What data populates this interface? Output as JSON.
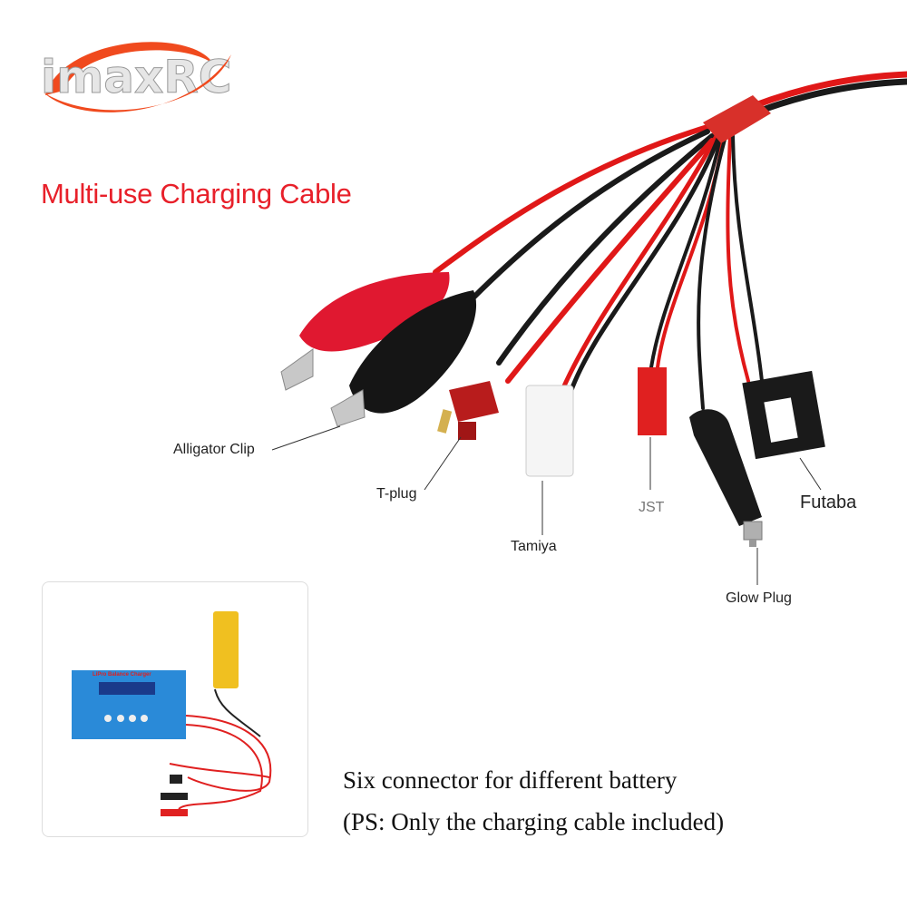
{
  "brand": {
    "logo_text": "imaxRC"
  },
  "title": "Multi-use Charging Cable",
  "connectors": [
    {
      "label": "Alligator Clip"
    },
    {
      "label": "T-plug"
    },
    {
      "label": "Tamiya"
    },
    {
      "label": "JST"
    },
    {
      "label": "Glow Plug"
    },
    {
      "label": "Futaba"
    }
  ],
  "inset": {
    "charger_label": "LiPro Balance Charger"
  },
  "caption": {
    "line1": "Six connector for different battery",
    "line2": "(PS: Only the charging cable included)"
  },
  "colors": {
    "accent": "#e8202a",
    "wire_red": "#e01818",
    "wire_black": "#1a1a1a"
  }
}
